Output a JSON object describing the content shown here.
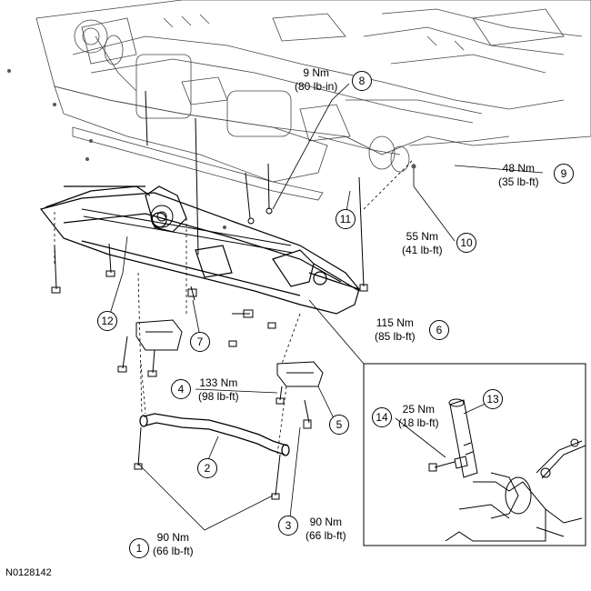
{
  "figure_id": "N0128142",
  "specs": {
    "s1": {
      "nm": "90 Nm",
      "imp": "(66 lb-ft)"
    },
    "s3": {
      "nm": "90 Nm",
      "imp": "(66 lb-ft)"
    },
    "s4": {
      "nm": "133 Nm",
      "imp": "(98 lb-ft)"
    },
    "s6": {
      "nm": "115 Nm",
      "imp": "(85 lb-ft)"
    },
    "s8": {
      "nm": "9 Nm",
      "imp": "(80 lb-in)"
    },
    "s9": {
      "nm": "48 Nm",
      "imp": "(35 lb-ft)"
    },
    "s10": {
      "nm": "55 Nm",
      "imp": "(41 lb-ft)"
    },
    "s14": {
      "nm": "25 Nm",
      "imp": "(18 lb-ft)"
    }
  },
  "callouts": {
    "c1": "1",
    "c2": "2",
    "c3": "3",
    "c4": "4",
    "c5": "5",
    "c6": "6",
    "c7": "7",
    "c8": "8",
    "c9": "9",
    "c10": "10",
    "c11": "11",
    "c12": "12",
    "c13": "13",
    "c14": "14"
  },
  "colors": {
    "line": "#000000",
    "background": "#ffffff",
    "detail": "#555555"
  }
}
